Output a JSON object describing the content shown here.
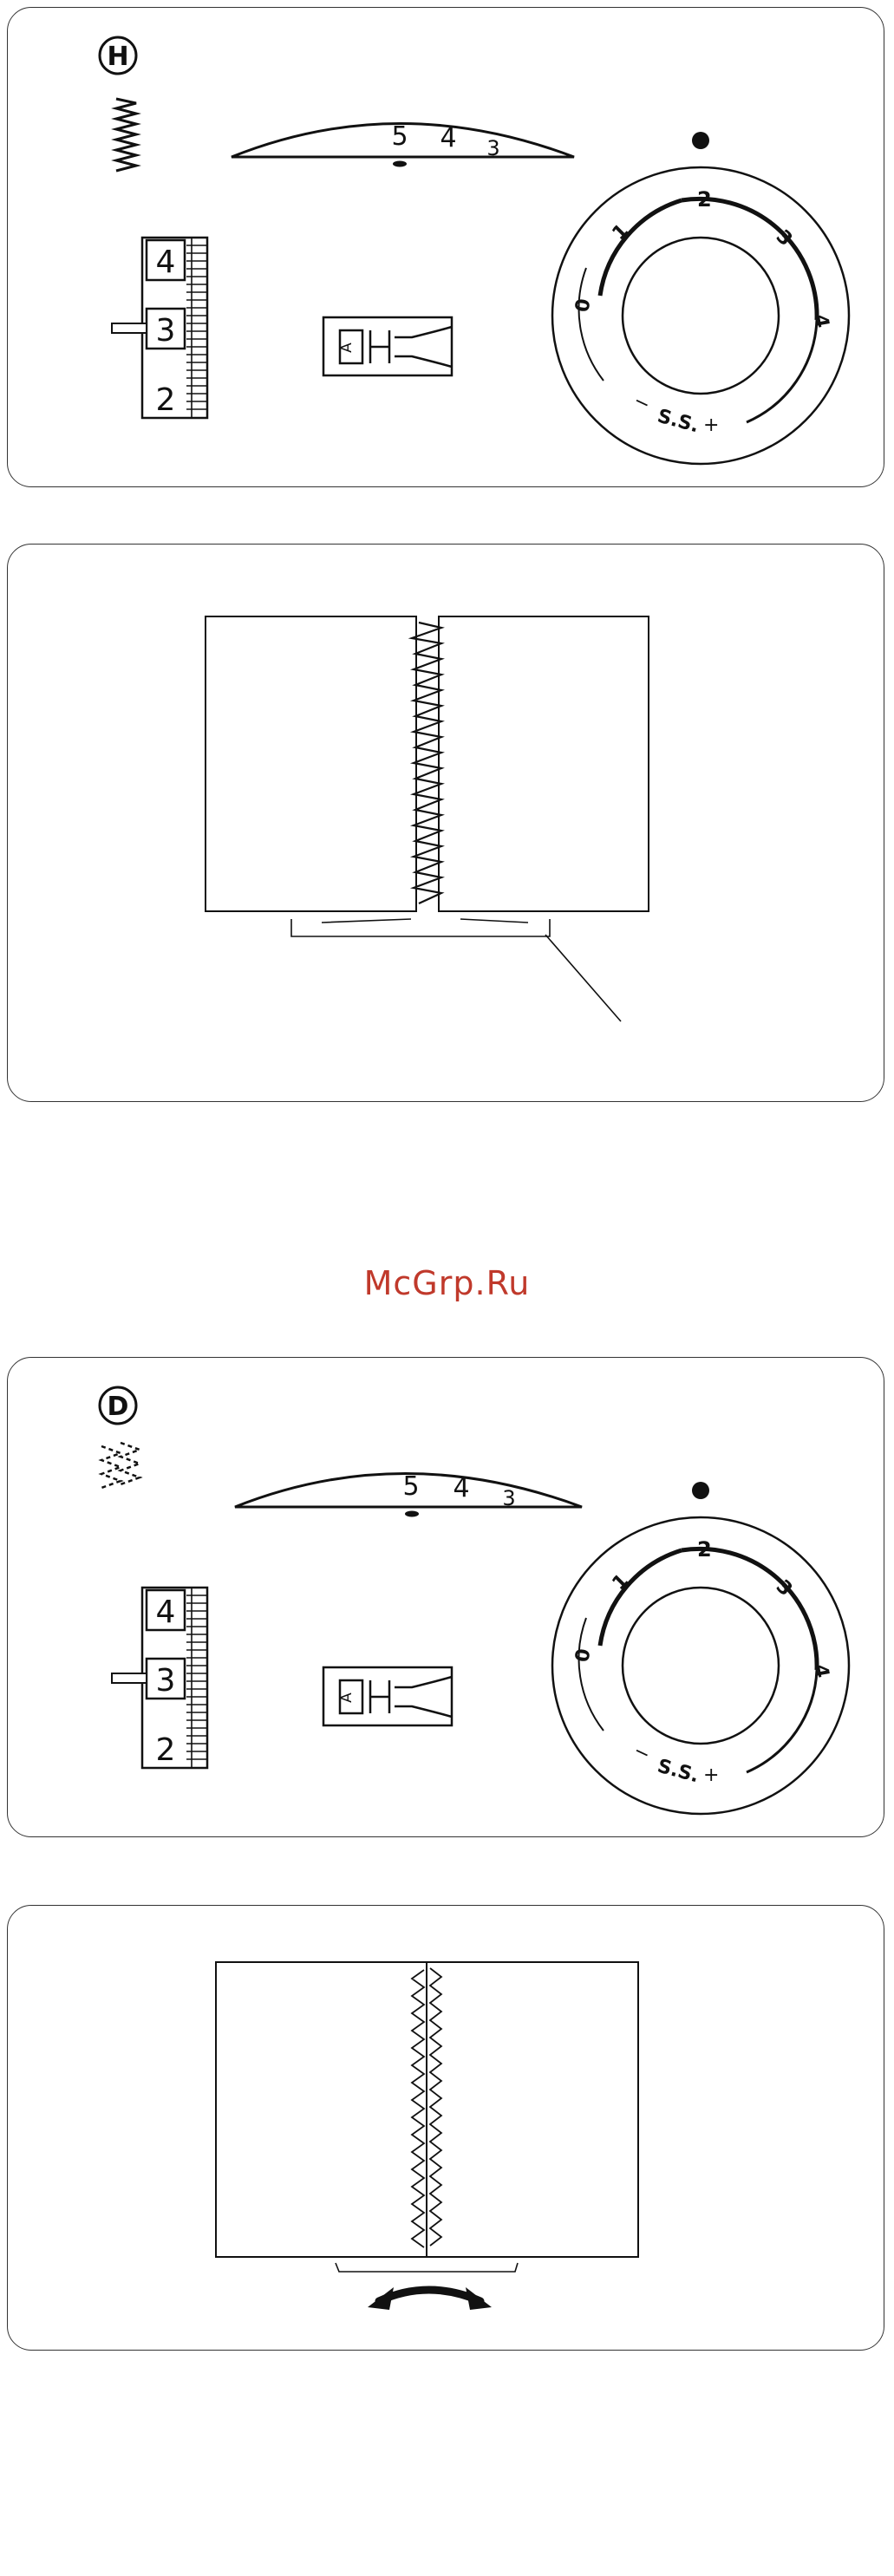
{
  "sections": [
    {
      "pattern_letter": "H",
      "pattern_icon": "three-step-zigzag-icon",
      "length_scale": [
        "5",
        "4",
        "3"
      ],
      "width_dial": {
        "top": "4",
        "middle": "3",
        "bottom": "2"
      },
      "presser_foot_label": "A",
      "tension_dial": {
        "labels": [
          "0",
          "1",
          "2",
          "3",
          "4"
        ],
        "ss_label": "S.S.",
        "minus": "−",
        "plus": "+"
      }
    },
    {
      "pattern_letter": "D",
      "pattern_icon": "double-zigzag-icon",
      "length_scale": [
        "5",
        "4",
        "3"
      ],
      "width_dial": {
        "top": "4",
        "middle": "3",
        "bottom": "2"
      },
      "presser_foot_label": "A",
      "tension_dial": {
        "labels": [
          "0",
          "1",
          "2",
          "3",
          "4"
        ],
        "ss_label": "S.S.",
        "minus": "−",
        "plus": "+"
      }
    }
  ],
  "watermark": "McGrp.Ru"
}
